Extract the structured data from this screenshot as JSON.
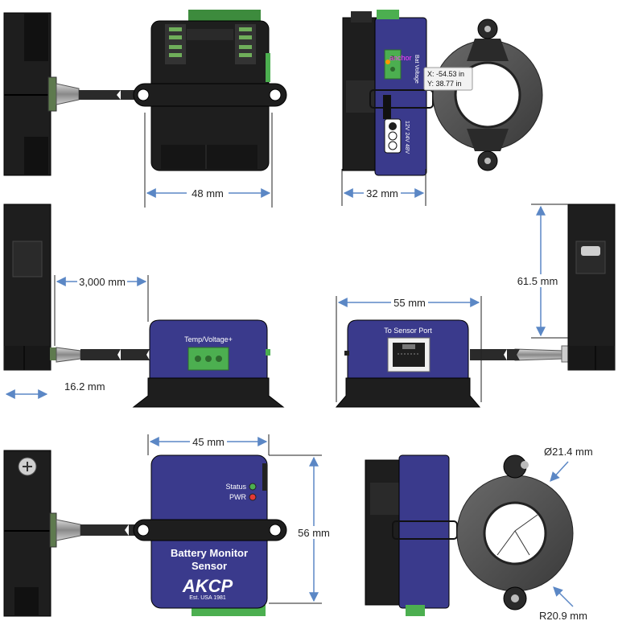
{
  "dimensions": {
    "width_48": "48 mm",
    "depth_32": "32 mm",
    "cable_3000": "3,000 mm",
    "cable_16": "16.2 mm",
    "width_55": "55 mm",
    "height_61": "61.5 mm",
    "width_45": "45 mm",
    "height_56": "56 mm",
    "diameter": "Ø21.4 mm",
    "radius": "R20.9 mm"
  },
  "labels": {
    "temp_voltage": "Temp/Voltage+",
    "sensor_port": "To Sensor Port",
    "status": "Status",
    "pwr": "PWR",
    "product_line1": "Battery Monitor",
    "product_line2": "Sensor",
    "brand": "AKCP",
    "brand_sub": "Est. USA 1981",
    "bat_voltage": "Bat Voltage",
    "anchor": "anchor",
    "voltages": "12V 24V 48V"
  },
  "tooltip": {
    "x": "X: -54.53 in",
    "y": "Y: 38.77 in"
  },
  "colors": {
    "body_blue": "#3a3a8c",
    "black_case": "#1e1e1e",
    "terminal_green": "#4caf50",
    "dimension_line": "#5b87c5",
    "led_green": "#4caf50",
    "led_red": "#e53935"
  }
}
